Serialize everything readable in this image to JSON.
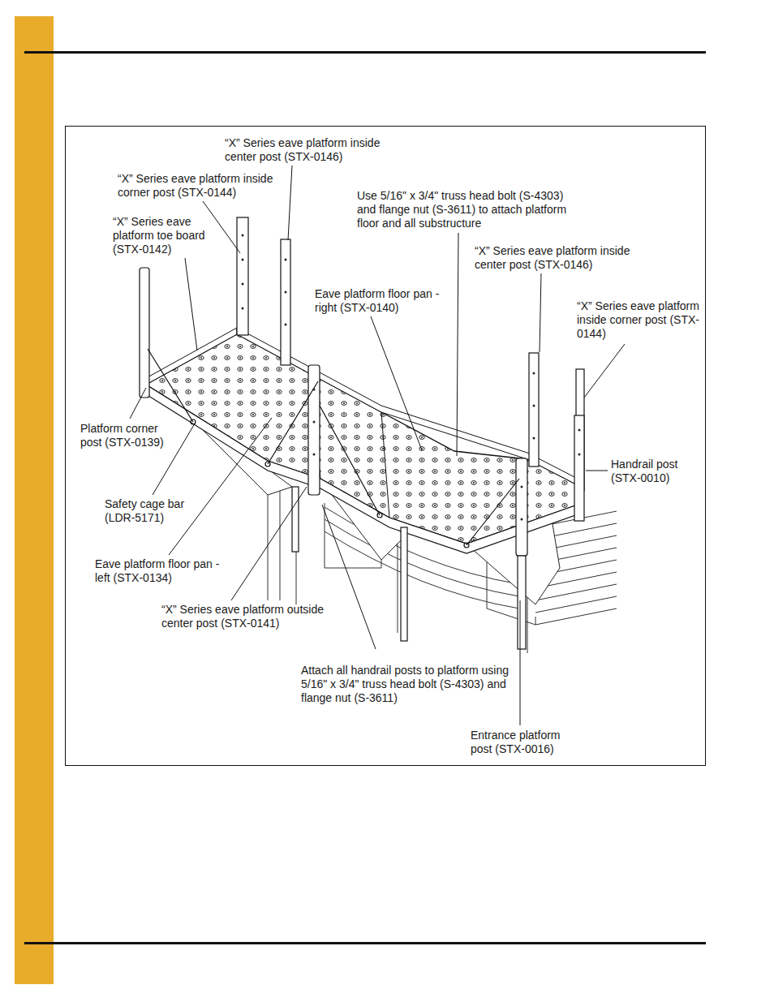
{
  "diagram": {
    "labels": [
      "“X” Series eave platform inside center post (STX-0146)",
      "“X” Series eave platform inside corner post (STX-0144)",
      "“X” Series eave platform toe board (STX-0142)",
      "Use 5/16\" x 3/4\" truss head bolt (S-4303) and flange nut (S-3611) to attach platform floor and all substructure",
      "“X” Series eave platform inside center post (STX-0146)",
      "Eave platform floor pan - right (STX-0140)",
      "“X” Series eave platform inside corner post (STX-0144)",
      "Platform corner post (STX-0139)",
      "Handrail post (STX-0010)",
      "Safety cage bar (LDR-5171)",
      "Eave platform floor pan - left (STX-0134)",
      "“X” Series eave platform outside center post (STX-0141)",
      "Attach all handrail posts to platform using 5/16\" x 3/4\" truss head bolt (S-4303) and flange nut (S-3611)",
      "Entrance platform post (STX-0016)"
    ]
  }
}
